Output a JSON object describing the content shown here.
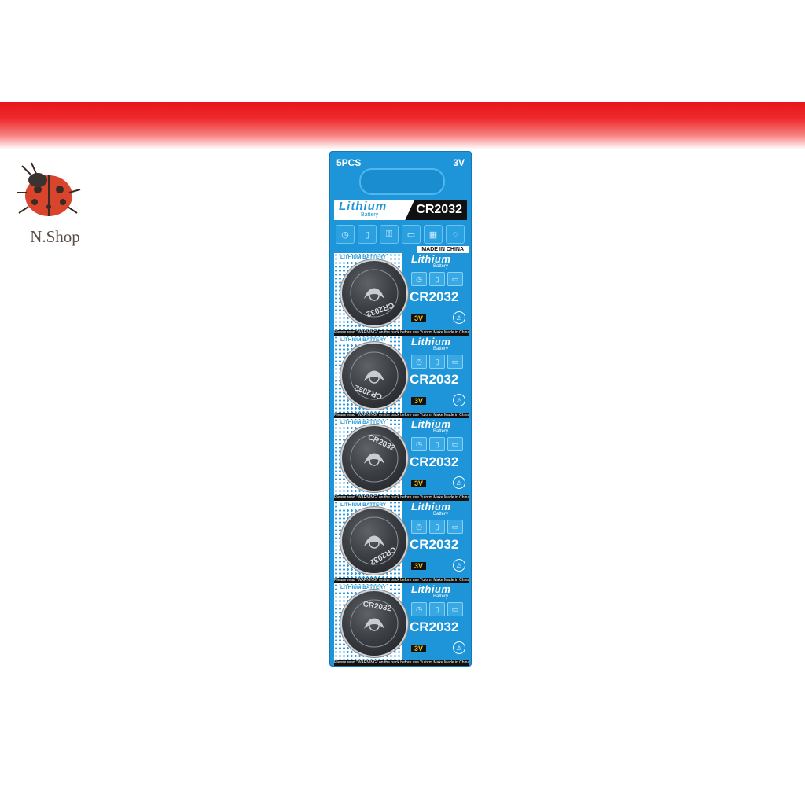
{
  "brand": {
    "logo_text": "N.Shop",
    "logo_icon": "ladybug-icon"
  },
  "accent_colors": {
    "band": "#e8161b",
    "card": "#1d95d8"
  },
  "package": {
    "count_label": "5PCS",
    "voltage_label": "3V",
    "brand_name": "Lithium",
    "brand_sub": "Battery",
    "model": "CR2032",
    "made_in": "MADE IN CHINA",
    "device_icons": [
      "watch-icon",
      "remote-icon",
      "key-fob-icon",
      "laptop-icon",
      "calculator-icon",
      "scale-icon"
    ]
  },
  "cells": [
    {
      "label": "LITHIUM BATTERY",
      "side_brand": "Lithium",
      "side_sub": "Battery",
      "model": "CR2032",
      "voltage": "3V",
      "warning": "Please read \"WARNING\" on the back before use Yuform Make Made in China",
      "coin_text": "CR2032"
    },
    {
      "label": "LITHIUM BATTERY",
      "side_brand": "Lithium",
      "side_sub": "Battery",
      "model": "CR2032",
      "voltage": "3V",
      "warning": "Please read \"WARNING\" on the back before use Yuform Make Made in China",
      "coin_text": "CR2032"
    },
    {
      "label": "LITHIUM BATTERY",
      "side_brand": "Lithium",
      "side_sub": "Battery",
      "model": "CR2032",
      "voltage": "3V",
      "warning": "Please read \"WARNING\" on the back before use Yuform Make Made in China",
      "coin_text": "CR2032"
    },
    {
      "label": "LITHIUM BATTERY",
      "side_brand": "Lithium",
      "side_sub": "Battery",
      "model": "CR2032",
      "voltage": "3V",
      "warning": "Please read \"WARNING\" on the back before use Yuform Make Made in China",
      "coin_text": "CR2032"
    },
    {
      "label": "LITHIUM BATTERY",
      "side_brand": "Lithium",
      "side_sub": "Battery",
      "model": "CR2032",
      "voltage": "3V",
      "warning": "Please read \"WARNING\" on the back before use Yuform Make Made in China",
      "coin_text": "CR2032"
    }
  ]
}
